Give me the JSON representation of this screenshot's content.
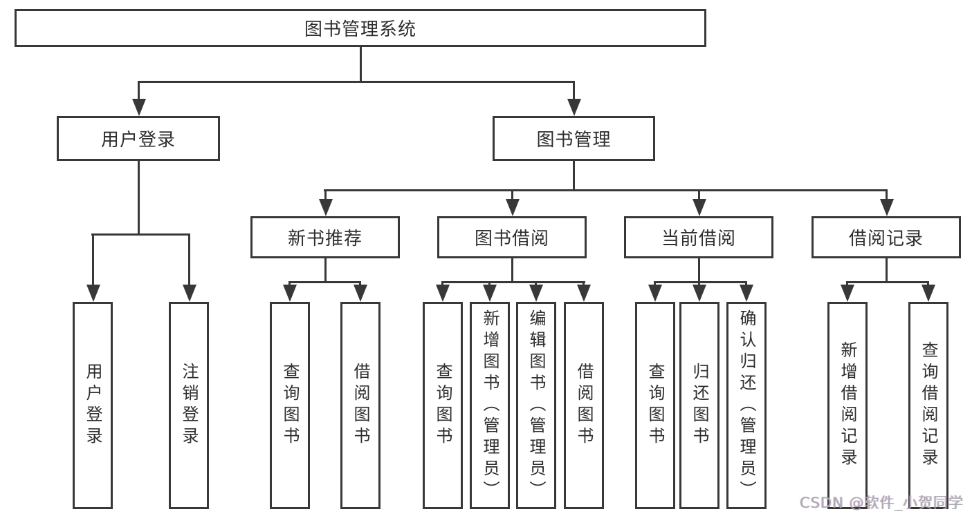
{
  "nodes": {
    "root": "图书管理系统",
    "user_login": "用户登录",
    "book_mgmt": "图书管理",
    "new_books": "新书推荐",
    "book_borrow": "图书借阅",
    "current_borrow": "当前借阅",
    "borrow_records": "借阅记录",
    "ul_login": "用户登录",
    "ul_logout": "注销登录",
    "nb_query": "查询图书",
    "nb_borrow": "借阅图书",
    "bb_query": "查询图书",
    "bb_add": "新增图书（管理员）",
    "bb_edit": "编辑图书（管理员）",
    "bb_borrow": "借阅图书",
    "cb_query": "查询图书",
    "cb_return": "归还图书",
    "cb_confirm": "确认归还（管理员）",
    "br_add": "新增借阅记录",
    "br_query": "查询借阅记录"
  },
  "watermark": "CSDN @软件_小贺同学",
  "colors": {
    "line": "#383838",
    "text": "#2e2e2e",
    "background": "#ffffff",
    "watermark": "#aaaaaf"
  }
}
